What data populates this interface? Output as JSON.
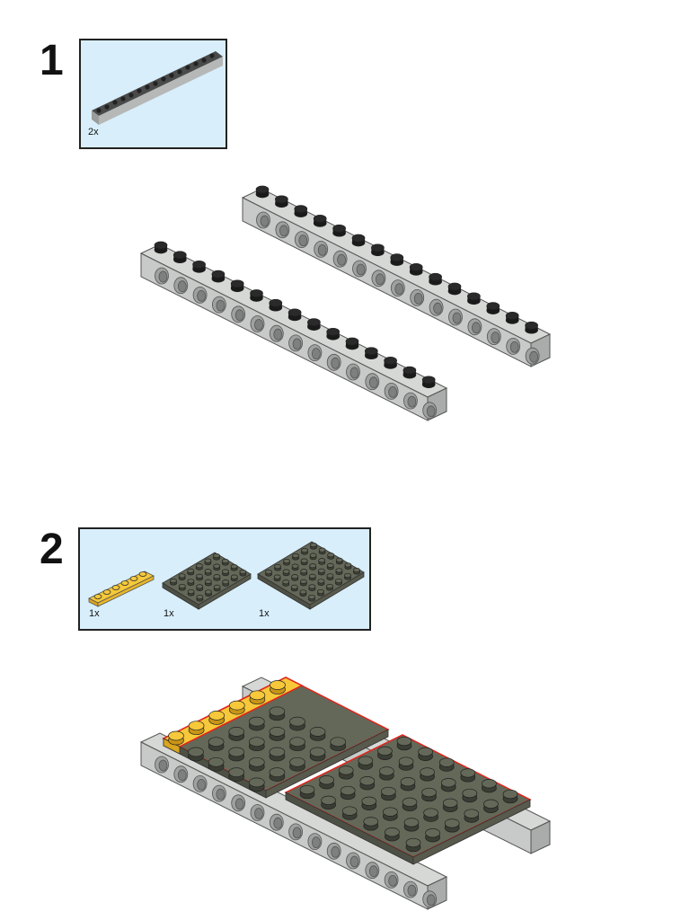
{
  "steps": [
    {
      "number": "1",
      "parts": [
        {
          "name": "technic-beam-15",
          "quantity": "2x"
        }
      ]
    },
    {
      "number": "2",
      "parts": [
        {
          "name": "plate-1x6-yellow",
          "quantity": "1x"
        },
        {
          "name": "plate-4x6-dark-gray",
          "quantity": "1x"
        },
        {
          "name": "plate-6x6-dark-gray",
          "quantity": "1x"
        }
      ]
    }
  ],
  "colors": {
    "parts_box_background": "#d8eefb",
    "beam_gray": "#c7cac8",
    "plate_dark_gray": "#646858",
    "plate_yellow": "#f6c83a",
    "highlight_outline": "#e0241b"
  }
}
